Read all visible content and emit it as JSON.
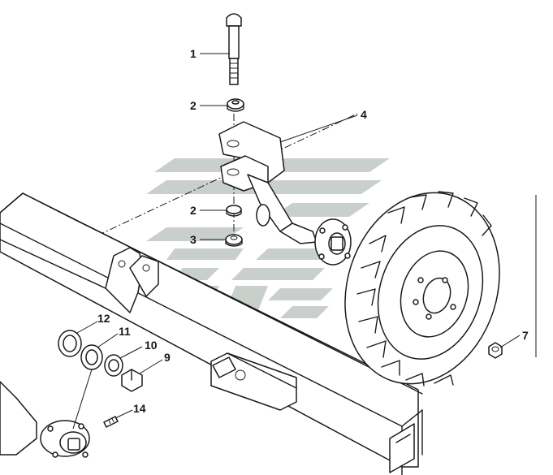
{
  "diagram": {
    "callouts": [
      {
        "id": "c1",
        "label": "1"
      },
      {
        "id": "c2a",
        "label": "2"
      },
      {
        "id": "c4",
        "label": "4"
      },
      {
        "id": "c2b",
        "label": "2"
      },
      {
        "id": "c3",
        "label": "3"
      },
      {
        "id": "c12",
        "label": "12"
      },
      {
        "id": "c11",
        "label": "11"
      },
      {
        "id": "c10",
        "label": "10"
      },
      {
        "id": "c9",
        "label": "9"
      },
      {
        "id": "c7",
        "label": "7"
      },
      {
        "id": "c14",
        "label": "14"
      }
    ],
    "colors": {
      "line": "#1a1a1a",
      "watermark": "#b7c0bb",
      "background": "#ffffff"
    }
  }
}
